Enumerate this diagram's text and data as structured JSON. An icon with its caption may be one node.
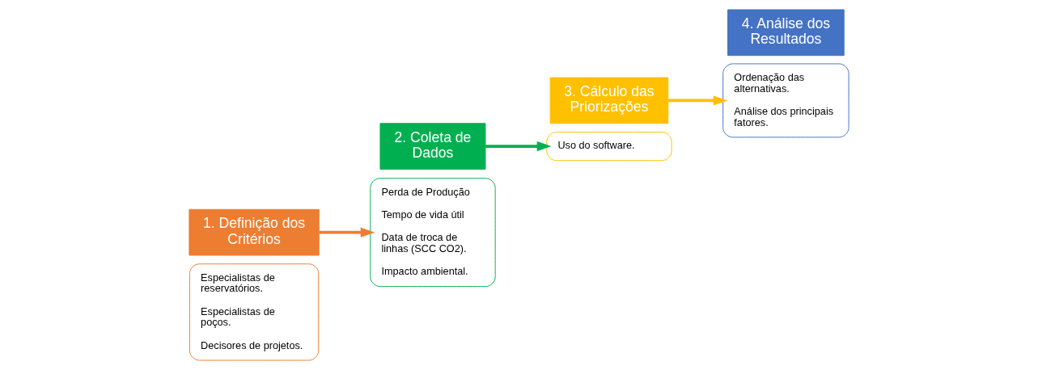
{
  "diagram": {
    "nodes": [
      {
        "text": [
          "Especialistas de reservatórios.",
          "Especialistas de poços.",
          "Decisores de projetos."
        ]
      },
      {
        "text": [
          "1. Definição dos Critérios"
        ]
      },
      {
        "text": [
          "2. Coleta de Dados"
        ]
      },
      {
        "text": [
          "Perda de Produção",
          "Tempo de vida útil",
          "Data de troca de linhas (SCC CO2).",
          "Impacto ambiental."
        ]
      },
      {
        "text": [
          "Uso do software."
        ]
      },
      {
        "text": [
          "3. Cálculo das Priorizações"
        ]
      },
      {
        "text": [
          "4. Análise dos Resultados"
        ]
      },
      {
        "text": [
          "Ordenação das alternativas.",
          "Análise dos principais fatores."
        ]
      }
    ],
    "edges": [
      {
        "from": 1,
        "to": 3,
        "arrow": "to",
        "color": "#ed7d31"
      },
      {
        "from": 2,
        "to": 4,
        "arrow": "to",
        "color": "#00b050"
      },
      {
        "from": 5,
        "to": 7,
        "arrow": "to",
        "color": "#ffc000"
      }
    ]
  }
}
